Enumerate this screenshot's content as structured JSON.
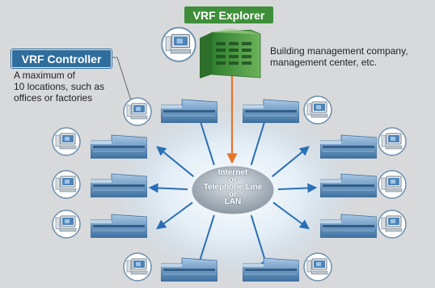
{
  "explorer": {
    "label": "VRF Explorer"
  },
  "controller": {
    "label": "VRF Controller"
  },
  "building_caption": {
    "line1": "Building management company,",
    "line2": "management center, etc."
  },
  "locations_caption": {
    "line1": "A maximum of",
    "line2": "10 locations, such as",
    "line3": "offices or factories"
  },
  "network": {
    "line1": "Internet",
    "line2": "or",
    "line3": "Telephone Line",
    "line4": "or",
    "line5": "LAN"
  },
  "colors": {
    "background": "#d8d9db",
    "explorer_label": "#3f8f3a",
    "controller_label": "#2f6d9c",
    "arrow_blue": "#2a6fb5",
    "arrow_orange": "#e2762b",
    "building_green": "#3f8f3a",
    "factory_blue": "#5b8fc2"
  },
  "icons": [
    "building-icon",
    "computer-icon",
    "factory-icon",
    "arrow-icon"
  ]
}
